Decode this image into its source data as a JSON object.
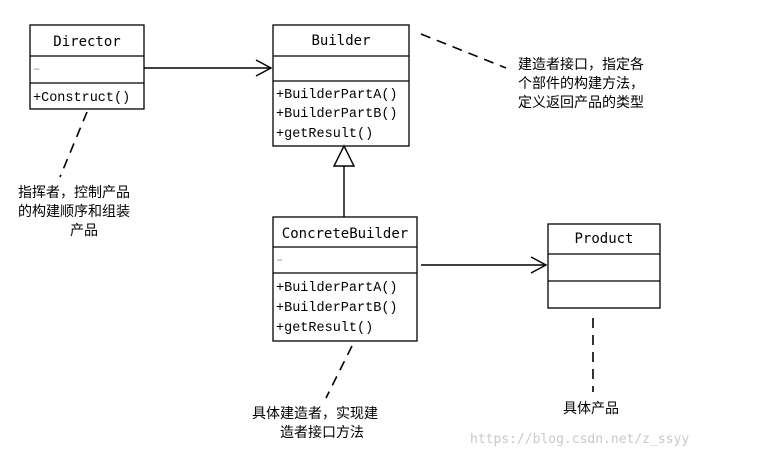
{
  "classes": {
    "director": {
      "name": "Director",
      "attributes": "–",
      "operations": [
        "+Construct()"
      ]
    },
    "builder": {
      "name": "Builder",
      "attributes": "",
      "operations": [
        "+BuilderPartA()",
        "+BuilderPartB()",
        "+getResult()"
      ]
    },
    "concrete_builder": {
      "name": "ConcreteBuilder",
      "attributes": "–",
      "operations": [
        "+BuilderPartA()",
        "+BuilderPartB()",
        "+getResult()"
      ]
    },
    "product": {
      "name": "Product",
      "attributes": "",
      "operations": []
    }
  },
  "notes": {
    "builder_note": [
      "建造者接口，指定各",
      "个部件的构建方法，",
      "定义返回产品的类型"
    ],
    "director_note": [
      "指挥者，控制产品",
      "的构建顺序和组装",
      "产品"
    ],
    "concrete_builder_note": [
      "具体建造者，实现建",
      "造者接口方法"
    ],
    "product_note": [
      "具体产品"
    ]
  },
  "watermark": "https://blog.csdn.net/z_ssyy"
}
